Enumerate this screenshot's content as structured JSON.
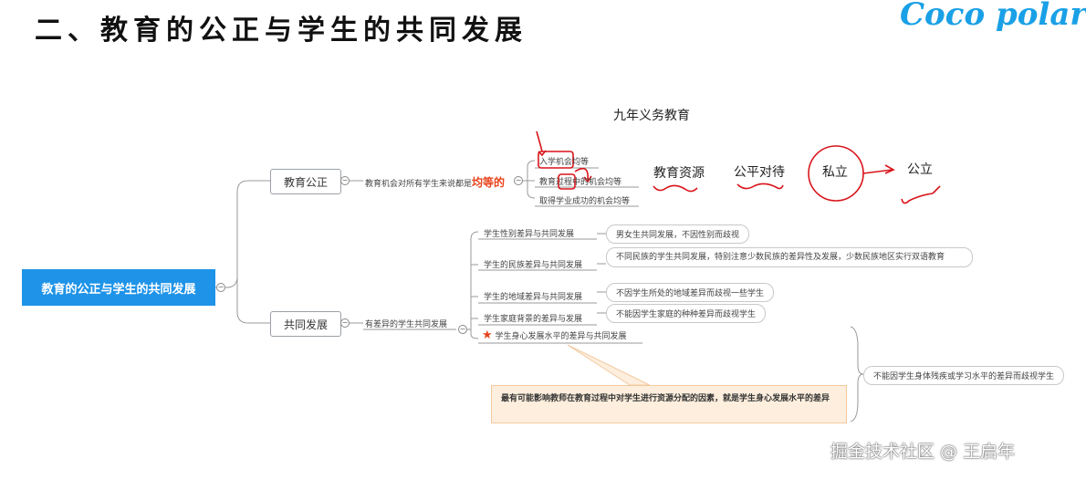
{
  "title": "二、教育的公正与学生的共同发展",
  "logo": "Coco polaris",
  "root": "教育的公正与学生的共同发展",
  "branch1": {
    "label": "教育公正",
    "sub_prefix": "教育机会对所有学生来说都是",
    "sub_em": "均等的",
    "leaves": [
      "入学机会均等",
      "教育过程中的机会均等",
      "取得学业成功的机会均等"
    ]
  },
  "branch2": {
    "label": "共同发展",
    "sub": "有差异的学生共同发展",
    "leaves": [
      {
        "label": "学生性别差异与共同发展",
        "note": "男女生共同发展，不因性别而歧视"
      },
      {
        "label": "学生的民族差异与共同发展",
        "note": "不同民族的学生共同发展，特别注意少数民族的差异性及发展，少数民族地区实行双语教育"
      },
      {
        "label": "学生的地域差异与共同发展",
        "note": "不因学生所处的地域差异而歧视一些学生"
      },
      {
        "label": "学生家庭背景的差异与发展",
        "note": "不能因学生家庭的种种差异而歧视学生"
      },
      {
        "label": "学生身心发展水平的差异与共同发展",
        "note": "不能因学生身体残疾或学习水平的差异而歧视学生"
      }
    ],
    "callout": "最有可能影响教师在教育过程中对学生进行资源分配的因素，就是学生身心发展水平的差异"
  },
  "handwriting": {
    "top": "九年义务教育",
    "resource": "教育资源",
    "fair": "公平对待",
    "private": "私立",
    "public": "公立"
  },
  "watermark": "掘金技术社区 @ 王启年",
  "colors": {
    "root": "#1e93e8",
    "accent": "#e8421a",
    "ink": "#d8141a",
    "callout": "#fdeedd"
  }
}
